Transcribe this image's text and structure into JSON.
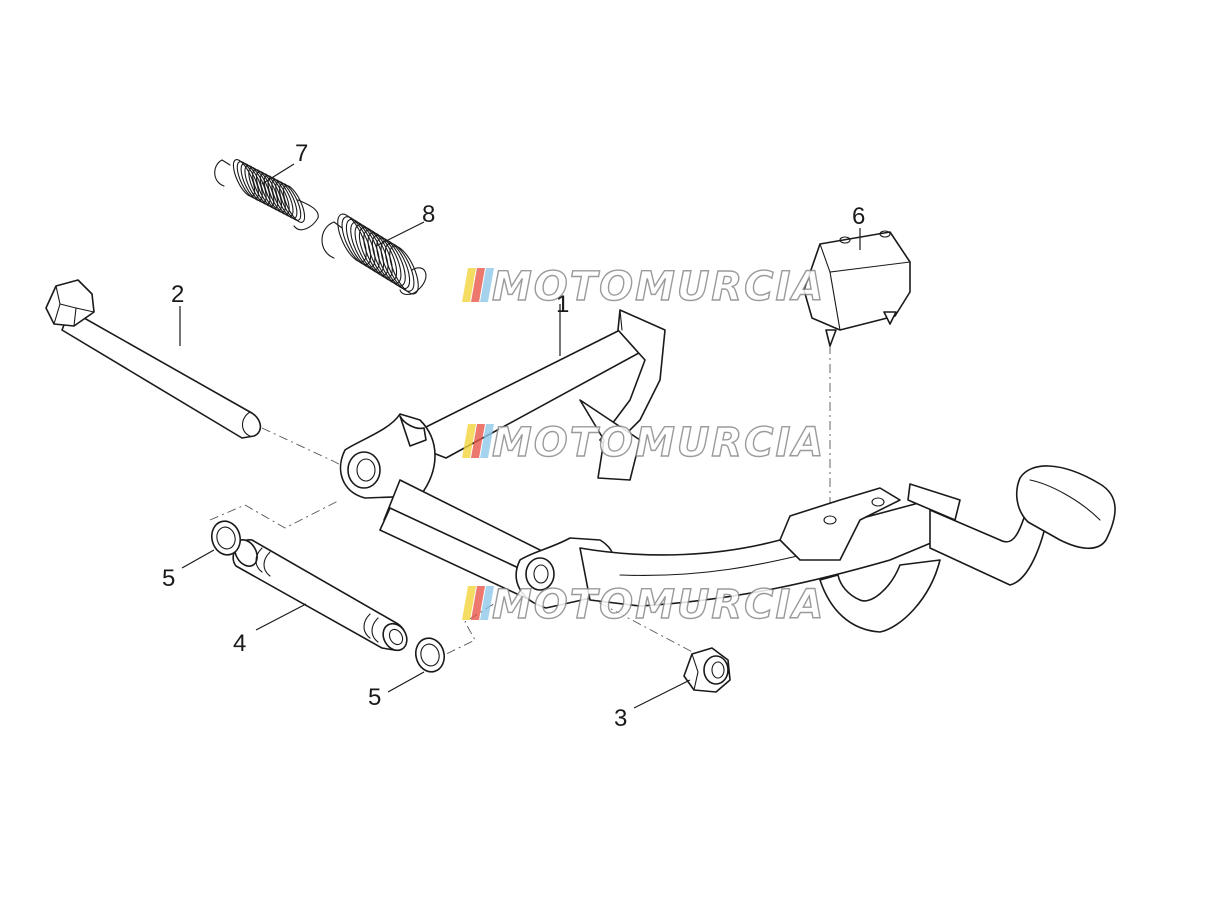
{
  "watermark": {
    "text": "MOTOMURCIA",
    "stripe_colors": [
      "#f2d33c",
      "#e8564a",
      "#8fc7e8"
    ]
  },
  "callouts": {
    "1": "1",
    "2": "2",
    "3": "3",
    "4": "4",
    "5a": "5",
    "5b": "5",
    "6": "6",
    "7": "7",
    "8": "8"
  },
  "colors": {
    "line": "#1a1a1a",
    "background": "#ffffff"
  }
}
